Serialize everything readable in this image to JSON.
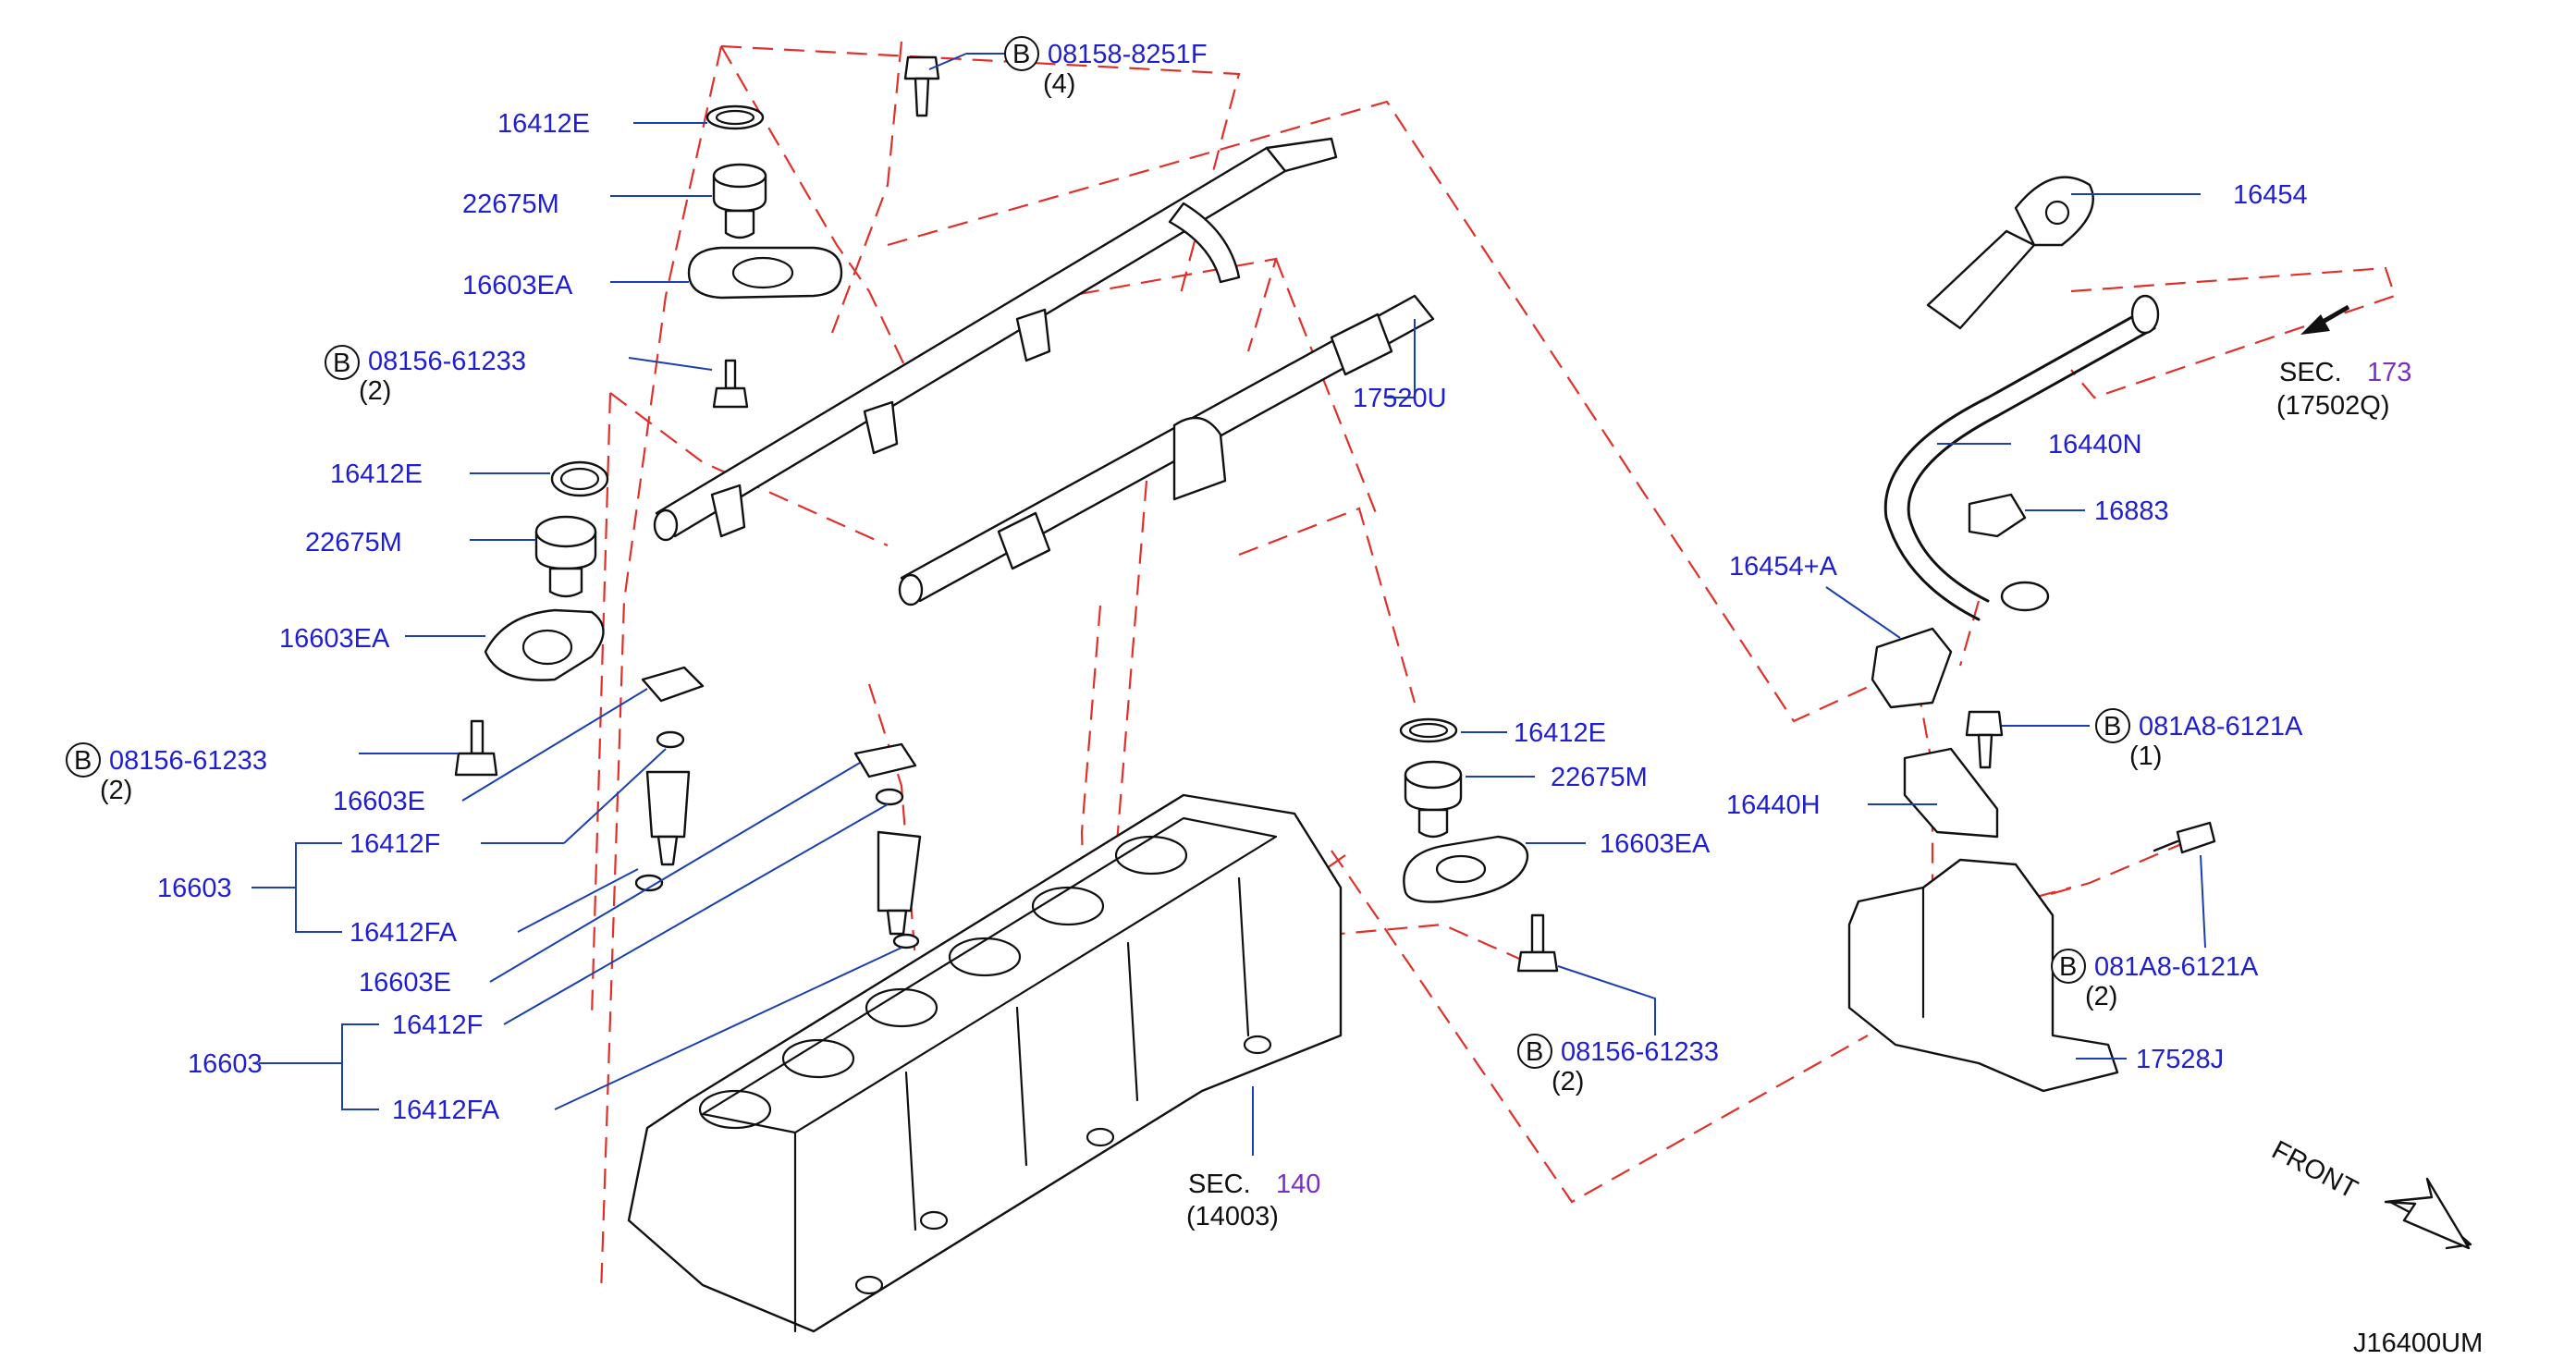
{
  "labels": {
    "p16412E_a": "16412E",
    "p22675M_a": "22675M",
    "p16603EA_a": "16603EA",
    "bolt_a_num": "08156-61233",
    "bolt_a_qty": "(2)",
    "p16412E_b": "16412E",
    "p22675M_b": "22675M",
    "p16603EA_b": "16603EA",
    "bolt_b_num": "08156-61233",
    "bolt_b_qty": "(2)",
    "p16603E_a": "16603E",
    "p16603_a": "16603",
    "p16412F_a": "16412F",
    "p16412FA_a": "16412FA",
    "p16603E_b": "16603E",
    "p16603_b": "16603",
    "p16412F_b": "16412F",
    "p16412FA_b": "16412FA",
    "bolt_top_num": "08158-8251F",
    "bolt_top_qty": "(4)",
    "p17520U": "17520U",
    "p16412E_c": "16412E",
    "p22675M_c": "22675M",
    "p16603EA_c": "16603EA",
    "bolt_c_num": "08156-61233",
    "bolt_c_qty": "(2)",
    "sec140_text": "SEC.",
    "sec140_num": "140",
    "sec140_sub": "(14003)",
    "p16454": "16454",
    "sec173_text": "SEC.",
    "sec173_num": "173",
    "sec173_sub": "(17502Q)",
    "p16440N": "16440N",
    "p16883": "16883",
    "p16454A": "16454+A",
    "bolt_d_num": "081A8-6121A",
    "bolt_d_qty": "(1)",
    "p16440H": "16440H",
    "bolt_e_num": "081A8-6121A",
    "bolt_e_qty": "(2)",
    "p17528J": "17528J",
    "front": "FRONT",
    "diagram_code": "J16400UM",
    "bolt_symbol": "B"
  },
  "colors": {
    "label": "#1f1fd0",
    "leader": "#1a3fb0",
    "dash": "#e0302a",
    "section": "#7b2fc0",
    "ink": "#111111"
  }
}
